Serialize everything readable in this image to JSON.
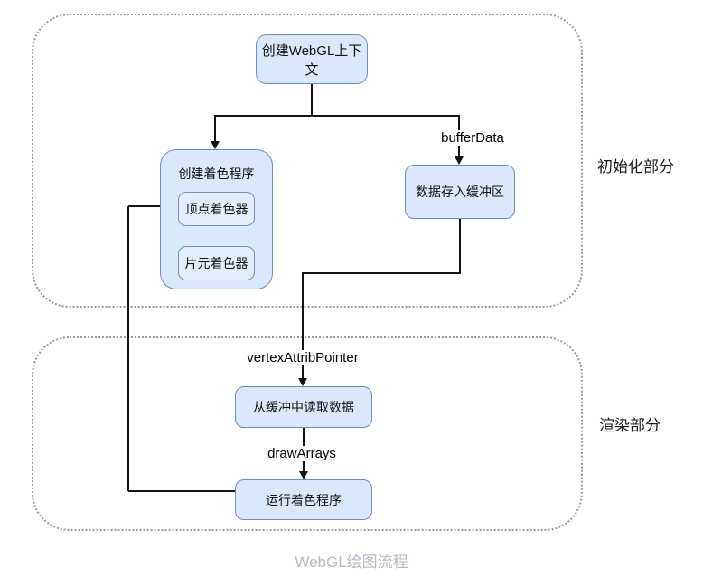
{
  "diagram": {
    "caption": "WebGL绘图流程",
    "sections": {
      "init": "初始化部分",
      "render": "渲染部分"
    },
    "nodes": {
      "create_context": "创建WebGL上下文",
      "create_shader_program": "创建着色程序",
      "vertex_shader": "顶点着色器",
      "fragment_shader": "片元着色器",
      "store_buffer": "数据存入缓冲区",
      "read_buffer": "从缓冲中读取数据",
      "run_program": "运行着色程序"
    },
    "edge_labels": {
      "buffer_data": "bufferData",
      "vertex_attrib_pointer": "vertexAttribPointer",
      "draw_arrays": "drawArrays"
    },
    "colors": {
      "node_fill": "#dae8fc",
      "inner_node_fill": "#e3edfc",
      "node_border": "#6c8ebf",
      "group_border": "#9b9b9b",
      "line": "#141414",
      "caption_text": "#b4bac6"
    }
  }
}
